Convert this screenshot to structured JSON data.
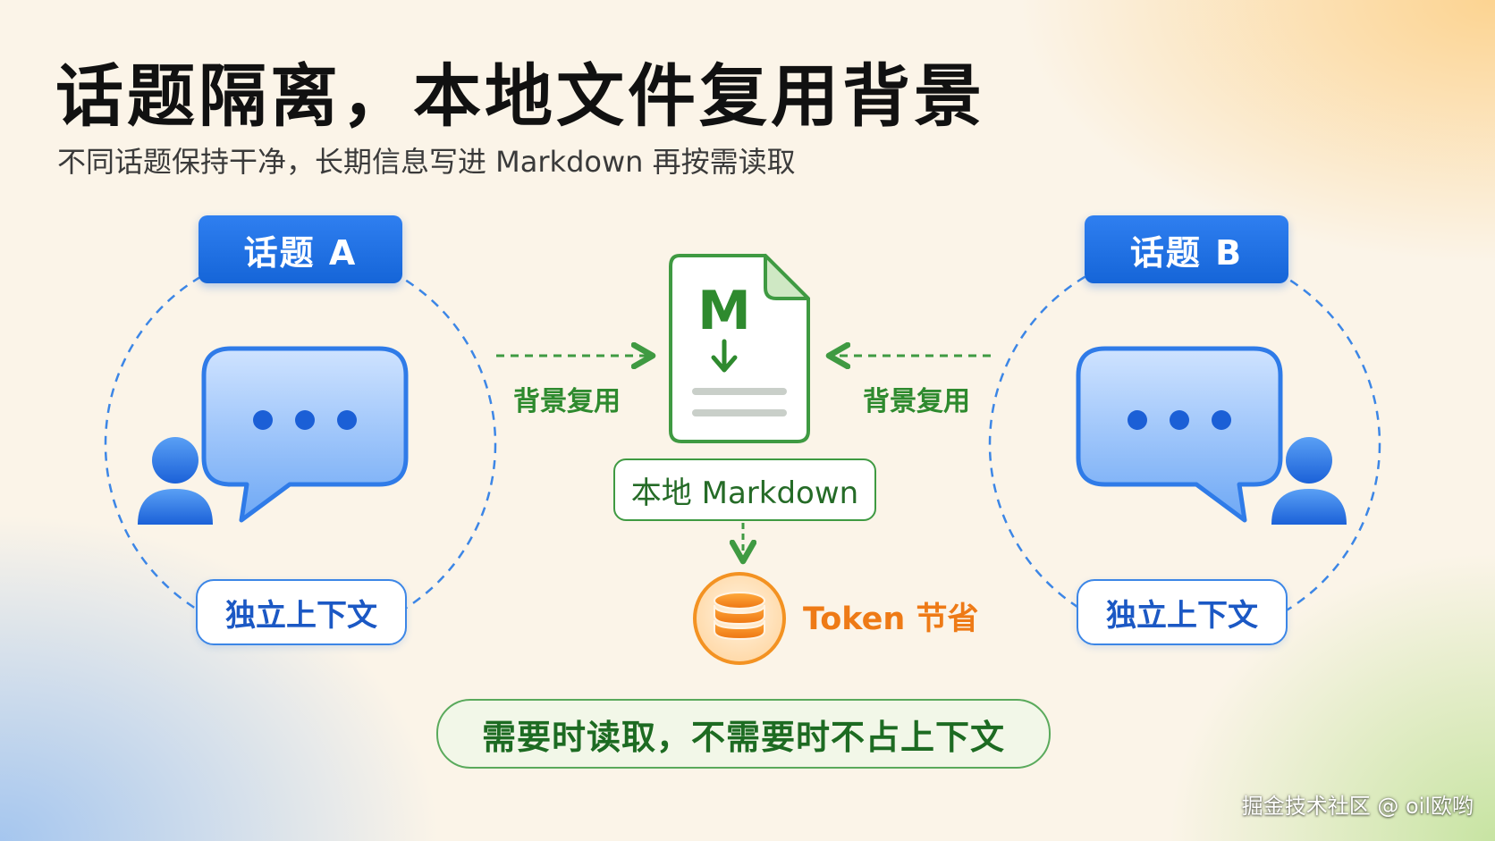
{
  "title": "话题隔离，本地文件复用背景",
  "subtitle": "不同话题保持干净，长期信息写进 Markdown 再按需读取",
  "topic_a": {
    "label": "话题 A",
    "context_label": "独立上下文"
  },
  "topic_b": {
    "label": "话题 B",
    "context_label": "独立上下文"
  },
  "edge_left_label": "背景复用",
  "edge_right_label": "背景复用",
  "file_icon_letter": "M",
  "markdown_label": "本地 Markdown",
  "token_label": "Token 节省",
  "bottom_note": "需要时读取，不需要时不占上下文",
  "watermark": "掘金技术社区 @ oil欧哟",
  "icons": [
    "chat-bubble-icon",
    "user-icon",
    "markdown-file-icon",
    "arrow-down-icon",
    "database-coin-icon"
  ],
  "colors": {
    "blue": "#1f6fe0",
    "green": "#3f9a42",
    "orange": "#f08a1c"
  }
}
